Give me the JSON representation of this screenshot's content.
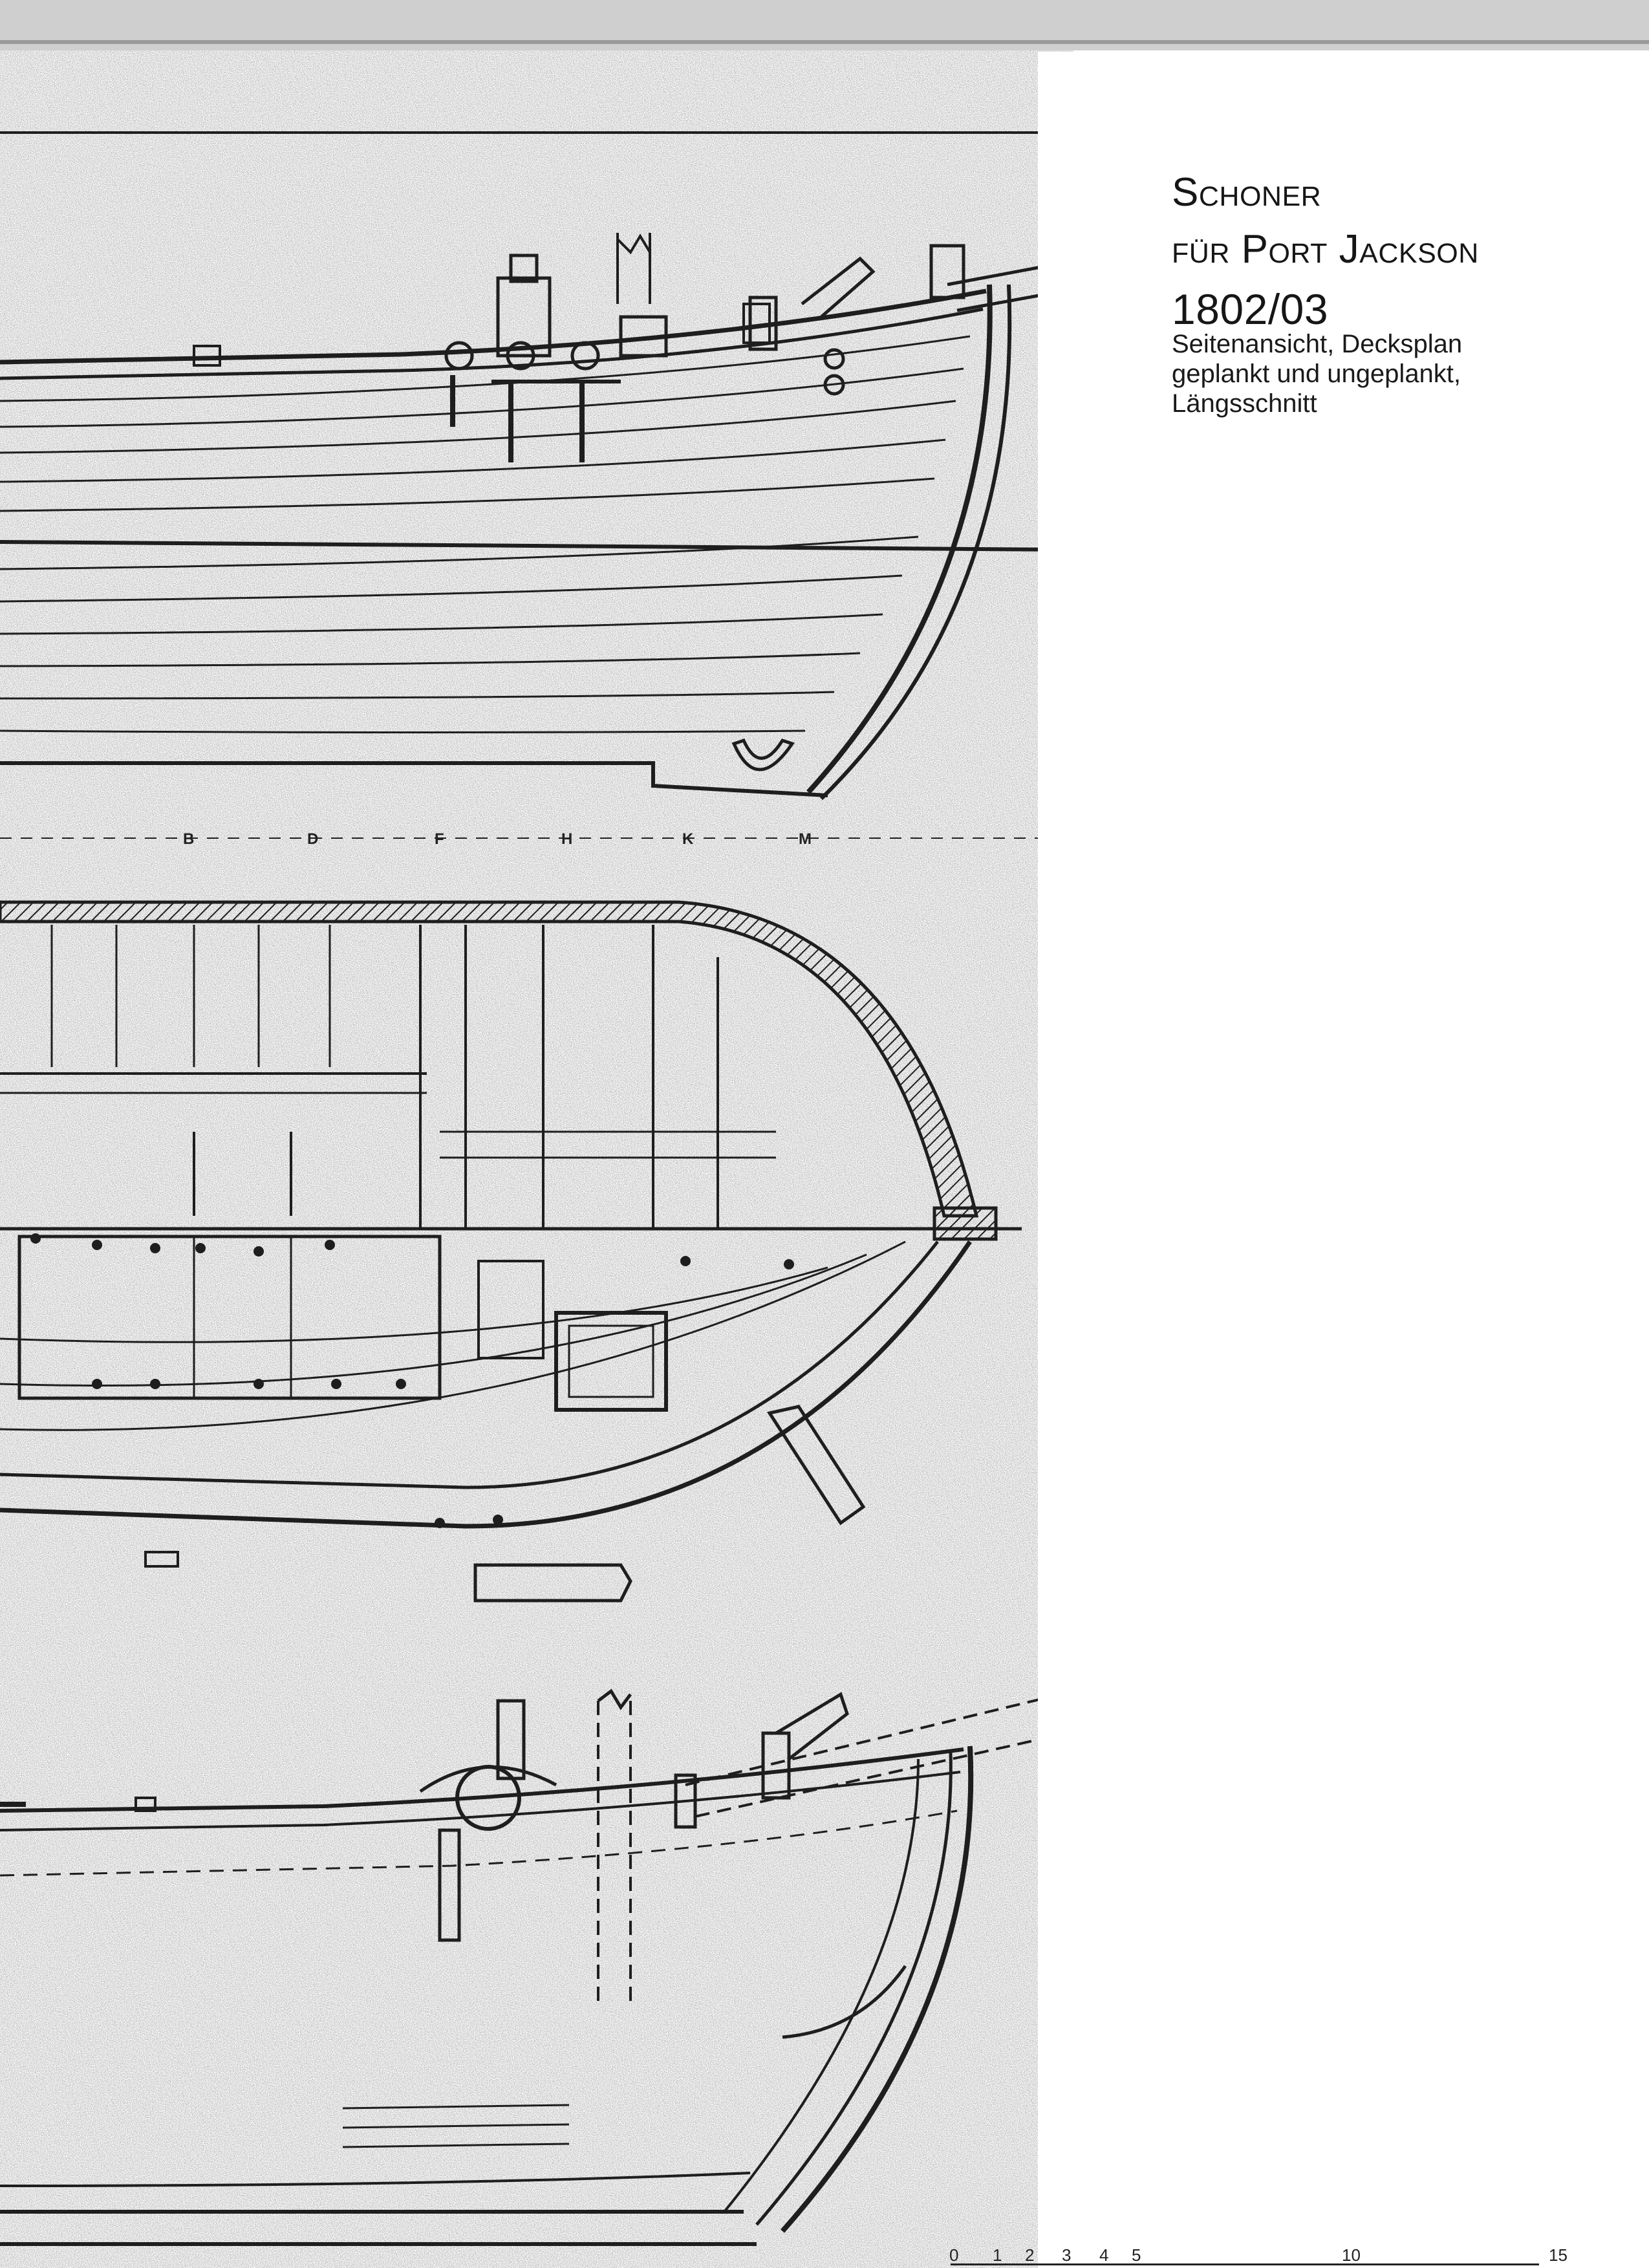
{
  "title": {
    "line1": "Schoner",
    "line2": "für Port Jackson",
    "year": "1802/03"
  },
  "subtitle": {
    "line1": "Seitenansicht, Decksplan",
    "line2": "geplankt und ungeplankt,",
    "line3": "Längsschnitt"
  },
  "stations": [
    "B",
    "D",
    "F",
    "H",
    "K",
    "M"
  ],
  "scale_bar": [
    "0",
    "1",
    "2",
    "3",
    "4",
    "5",
    "10",
    "15"
  ],
  "colors": {
    "ink": "#1e1e1e",
    "paper": "#ffffff",
    "speckle": "#b9b9b9"
  }
}
